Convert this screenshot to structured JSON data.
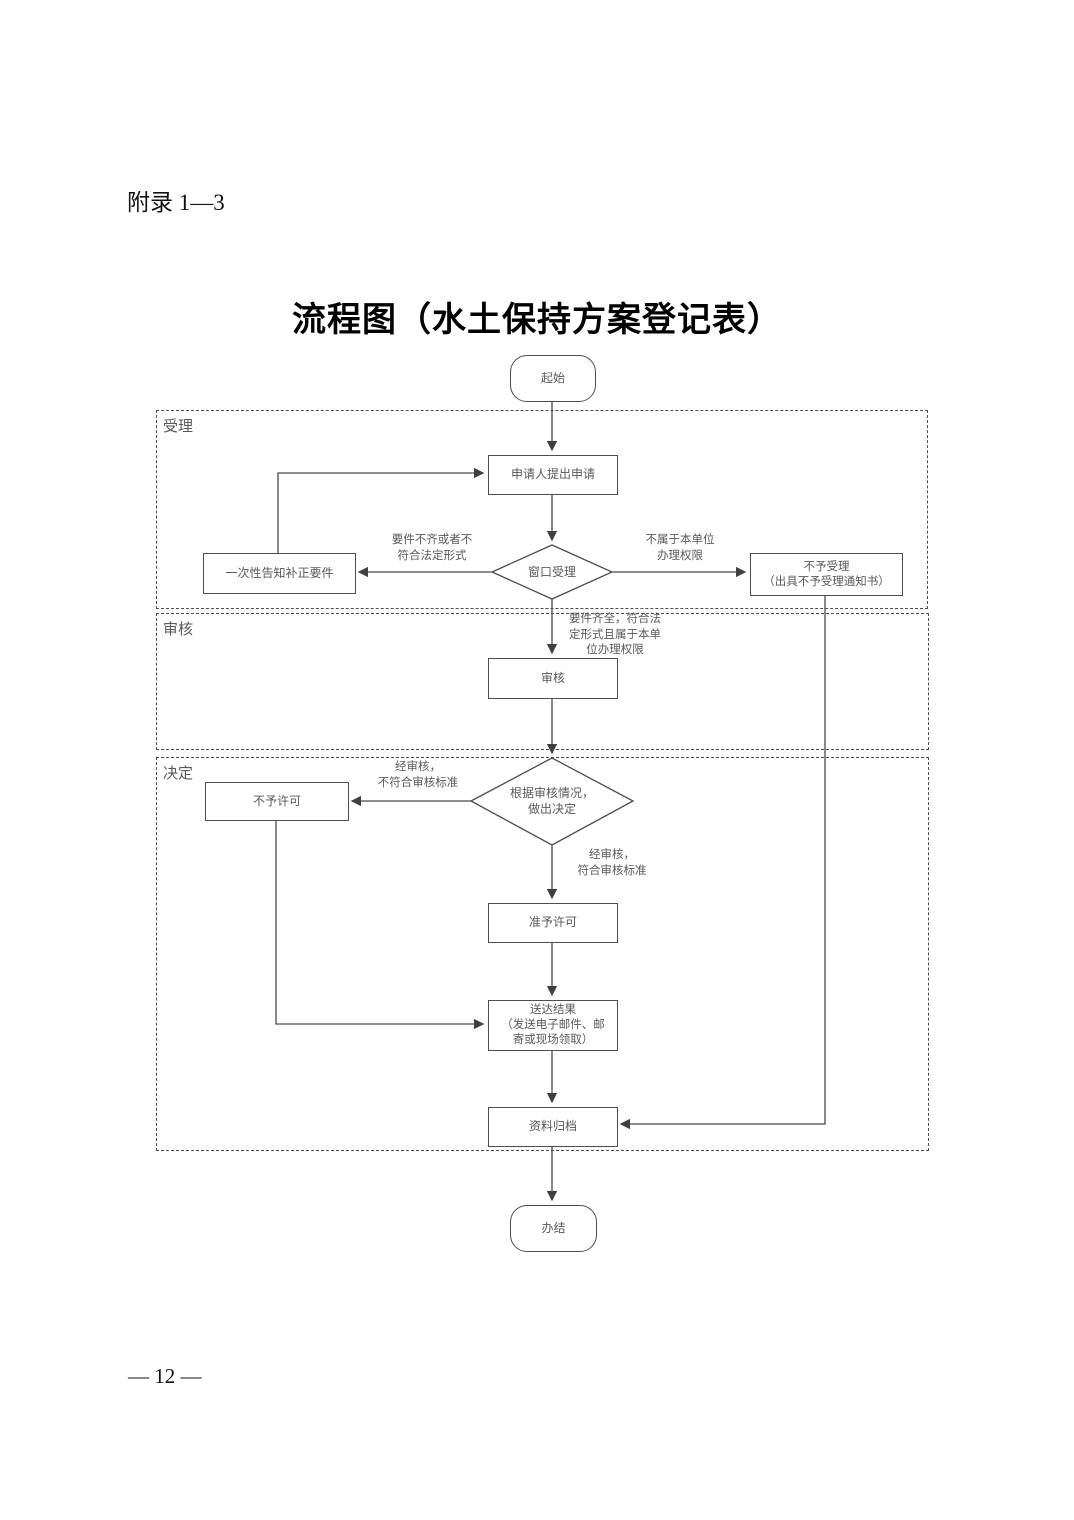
{
  "page": {
    "appendix_label": "附录 1—3",
    "title": "流程图（水土保持方案登记表）",
    "page_number": "— 12 —"
  },
  "flowchart": {
    "sections": {
      "accept": "受理",
      "review": "审核",
      "decide": "决定"
    },
    "nodes": {
      "start": "起始",
      "apply": "申请人提出申请",
      "notify_correction": "一次性告知补正要件",
      "window_accept": "窗口受理",
      "reject_accept": "不予受理\n（出具不予受理通知书）",
      "review": "审核",
      "decide": "根据审核情况，\n做出决定",
      "deny_permit": "不予许可",
      "grant_permit": "准予许可",
      "deliver_result": "送达结果\n（发送电子邮件、邮\n寄或现场领取）",
      "archive": "资料归档",
      "end": "办结"
    },
    "edge_labels": {
      "incomplete": "要件不齐或者不\n符合法定形式",
      "outside_authority": "不属于本单位\n办理权限",
      "complete": "要件齐全，符合法\n定形式且属于本单\n位办理权限",
      "review_fail": "经审核，\n不符合审核标准",
      "review_pass": "经审核，\n符合审核标准"
    },
    "colors": {
      "line": "#4a4a4a",
      "box_border": "#4d4d4d",
      "text": "#595959",
      "title_text": "#000000"
    }
  }
}
